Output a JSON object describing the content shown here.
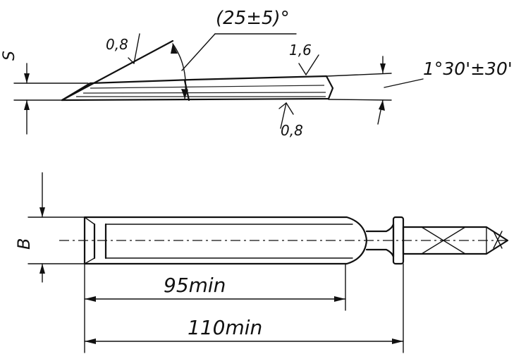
{
  "top_view": {
    "thickness_label": "S",
    "roughness_edge": "0,8",
    "angle_label": "(25±5)°",
    "roughness_top": "1,6",
    "taper_label": "1°30'±30'",
    "roughness_bottom": "0,8"
  },
  "bottom_view": {
    "width_label": "B",
    "length_working": "95min",
    "length_total": "110min"
  }
}
